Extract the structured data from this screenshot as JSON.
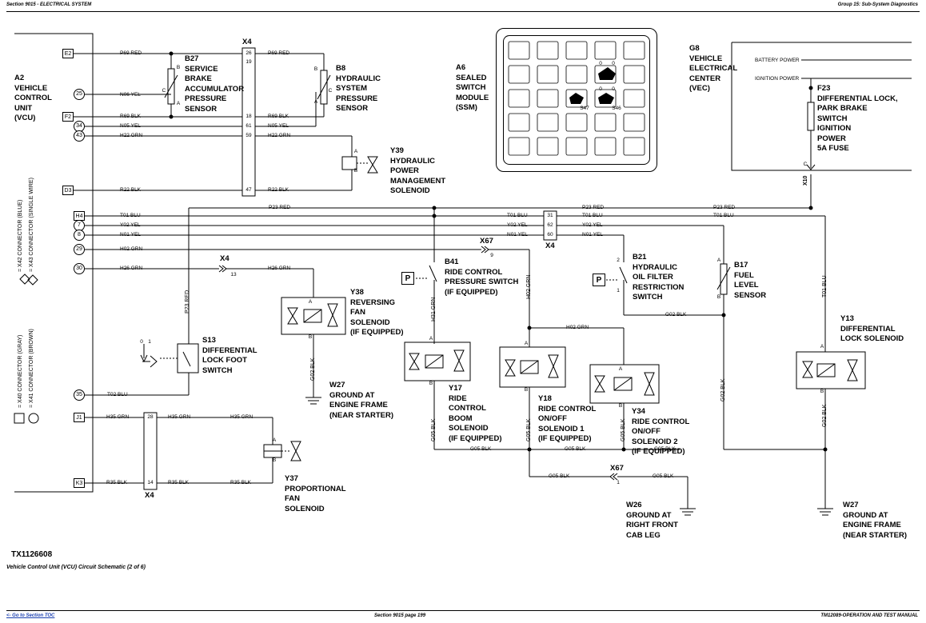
{
  "header": {
    "left": "Section 9015 - ELECTRICAL SYSTEM",
    "right": "Group 15: Sub-System Diagnostics"
  },
  "footer": {
    "link": "<- Go to Section TOC",
    "center": "Section 9015 page 199",
    "right": "TM12089-OPERATION AND TEST MANUAL"
  },
  "figure": {
    "id": "TX1126608",
    "caption": "Vehicle Control Unit (VCU) Circuit Schematic (2 of 6)"
  },
  "components": {
    "a2": "A2\nVEHICLE\nCONTROL\nUNIT\n(VCU)",
    "b27": "B27\nSERVICE\nBRAKE\nACCUMULATOR\nPRESSURE\nSENSOR",
    "x4_top": "X4",
    "b8": "B8\nHYDRAULIC\nSYSTEM\nPRESSURE\nSENSOR",
    "y39": "Y39\nHYDRAULIC\nPOWER\nMANAGEMENT\nSOLENOID",
    "a6": "A6\nSEALED\nSWITCH\nMODULE\n(SSM)",
    "g8": "G8\nVEHICLE\nELECTRICAL\nCENTER\n(VEC)",
    "f23": "F23\nDIFFERENTIAL LOCK,\nPARK BRAKE\nSWITCH\nIGNITION\nPOWER\n5A FUSE",
    "x10": "X10",
    "b41": "B41\nRIDE CONTROL\nPRESSURE SWITCH\n(IF EQUIPPED)",
    "b21": "B21\nHYDRAULIC\nOIL FILTER\nRESTRICTION\nSWITCH",
    "b17": "B17\nFUEL\nLEVEL\nSENSOR",
    "y38": "Y38\nREVERSING\nFAN\nSOLENOID\n(IF EQUIPPED)",
    "s13": "S13\nDIFFERENTIAL\nLOCK FOOT\nSWITCH",
    "w27a": "W27\nGROUND AT\nENGINE FRAME\n(NEAR STARTER)",
    "y17": "Y17\nRIDE\nCONTROL\nBOOM\nSOLENOID\n(IF EQUIPPED)",
    "y18": "Y18\nRIDE CONTROL\nON/OFF\nSOLENOID 1\n(IF EQUIPPED)",
    "y34": "Y34\nRIDE CONTROL\nON/OFF\nSOLENOID 2\n(IF EQUIPPED)",
    "y13": "Y13\nDIFFERENTIAL\nLOCK SOLENOID",
    "y37": "Y37\nPROPORTIONAL\nFAN\nSOLENOID",
    "w26": "W26\nGROUND AT\nRIGHT FRONT\nCAB LEG",
    "w27b": "W27\nGROUND AT\nENGINE FRAME\n(NEAR STARTER)",
    "x4_bottom_left": "X4",
    "x4_mid": "X4",
    "x67_top": "X67",
    "x67_bottom": "X67",
    "x4_small": "X4"
  },
  "connector_legend": {
    "x42": "= X42 CONNECTOR (BLUE)",
    "x43": "= X43 CONNECTOR (SINGLE WIRE)",
    "x40": "= X40 CONNECTOR (GRAY)",
    "x41": "= X41 CONNECTOR (BROWN)"
  },
  "terminals": [
    "E2",
    "25",
    "F2",
    "34",
    "43",
    "D3",
    "H4",
    "7",
    "8",
    "29",
    "30",
    "35",
    "J1",
    "K3"
  ],
  "vec_labels": {
    "battery": "BATTERY POWER",
    "ignition": "IGNITION POWER"
  },
  "wires": {
    "p69_a": "P69 RED",
    "p69_b": "P69 RED",
    "n06_a": "N06 YEL",
    "r69_a": "R69 BLK",
    "r69_b": "R69 BLK",
    "n05_a": "N05 YEL",
    "n05_b": "N05 YEL",
    "h22_a": "H22 GRN",
    "h22_b": "H22 GRN",
    "r22_a": "R22 BLK",
    "r22_b": "R22 BLK",
    "p23_a": "P23 RED",
    "p23_b": "P23 RED",
    "p23_c": "P23 RED",
    "p23_v": "P23 RED",
    "t01_a": "T01 BLU",
    "t01_b": "T01 BLU",
    "t01_c": "T01 BLU",
    "t01_v": "T01 BLU",
    "y02_a": "Y02 YEL",
    "y02_b": "Y02 YEL",
    "y02_c": "Y02 YEL",
    "n01_a": "N01 YEL",
    "n01_b": "N01 YEL",
    "n01_c": "N01 YEL",
    "h02_a": "H02 GRN",
    "h02_v": "H02 GRN",
    "h02_b": "H02 GRN",
    "h26_a": "H26 GRN",
    "h26_b": "H26 GRN",
    "h31": "H31 GRN",
    "g02_a": "G02 BLK",
    "g02_b": "G02 BLK",
    "g02_c": "G02 BLK",
    "g02_d": "G02 BLK",
    "t02": "T02 BLU",
    "h35_a": "H35 GRN",
    "h35_b": "H35 GRN",
    "h35_c": "H35 GRN",
    "r35_a": "R35 BLK",
    "r35_b": "R35 BLK",
    "r35_c": "R35 BLK",
    "g05_a": "G05 BLK",
    "g05_b": "G05 BLK",
    "g05_c": "G05 BLK",
    "g05_d": "G05 BLK",
    "g05_e": "G05 BLK",
    "g05_f": "G05 BLK",
    "g05_g": "G05 BLK"
  },
  "pins": {
    "x4_26": "26",
    "x4_19": "19",
    "x4_18": "18",
    "x4_61": "61",
    "x4_59": "59",
    "x4_47": "47",
    "x4_31": "31",
    "x4_62": "62",
    "x4_60": "60",
    "x4_28": "28",
    "x4_14": "14",
    "x67_9": "9",
    "x4_13": "13",
    "x67_1": "1",
    "b27_a": "A",
    "b27_b": "B",
    "b27_c": "C",
    "b8_a": "A",
    "b8_b": "B",
    "b8_c": "C",
    "y39_a": "A",
    "y39_b": "B",
    "y38_a": "A",
    "y38_b": "B",
    "y17_a": "A",
    "y17_b": "B",
    "y18_a": "A",
    "y18_b": "B",
    "y34_a": "A",
    "y34_b": "B",
    "y13_a": "A",
    "y13_b": "B",
    "y37_a": "A",
    "y37_b": "B",
    "b21_2": "2",
    "b21_1": "1",
    "b17_a": "A",
    "b17_b": "B",
    "s13_0": "0",
    "s13_1": "1",
    "x10_c": "C",
    "ssm_s47": "S47",
    "ssm_s46": "S46",
    "ssm_0a": "0",
    "ssm_0b": "0",
    "ssm_0c": "0",
    "ssm_0d": "0"
  },
  "p_label": "P"
}
